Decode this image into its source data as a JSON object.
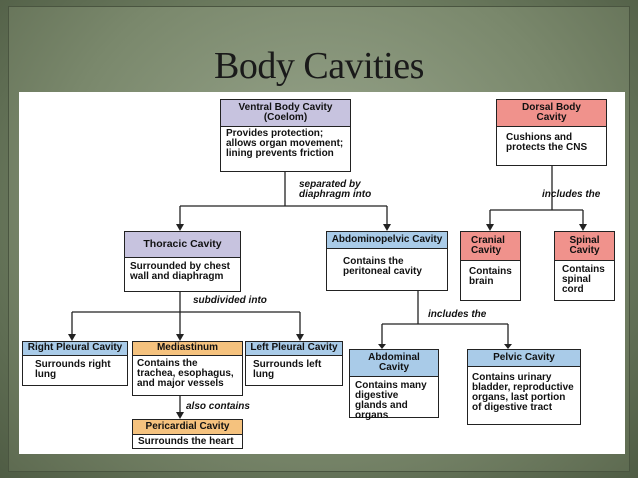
{
  "slide_title": "Body Cavities",
  "nodes": {
    "ventral": {
      "title": "Ventral Body Cavity (Coelom)",
      "text": "Provides protection; allows organ movement; lining prevents friction"
    },
    "dorsal": {
      "title": "Dorsal Body Cavity",
      "text": "Cushions and protects the CNS"
    },
    "thoracic": {
      "title": "Thoracic Cavity",
      "text": "Surrounded by chest wall and diaphragm"
    },
    "abdominopelvic": {
      "title": "Abdominopelvic Cavity",
      "text": "Contains the peritoneal cavity"
    },
    "cranial": {
      "title": "Cranial Cavity",
      "text": "Contains brain"
    },
    "spinal": {
      "title": "Spinal Cavity",
      "text": "Contains spinal cord"
    },
    "right_pleural": {
      "title": "Right Pleural Cavity",
      "text": "Surrounds right lung"
    },
    "mediastinum": {
      "title": "Mediastinum",
      "text": "Contains the trachea, esophagus, and major vessels"
    },
    "left_pleural": {
      "title": "Left Pleural Cavity",
      "text": "Surrounds left lung"
    },
    "abdominal": {
      "title": "Abdominal Cavity",
      "text": "Contains many digestive glands and organs"
    },
    "pelvic": {
      "title": "Pelvic Cavity",
      "text": "Contains urinary bladder, reproductive organs, last portion of digestive tract"
    },
    "pericardial": {
      "title": "Pericardial Cavity",
      "text": "Surrounds the heart"
    }
  },
  "edge_labels": {
    "separated": "separated by diaphragm into",
    "includes_dorsal": "includes the",
    "subdivided": "subdivided into",
    "includes_abdominopelvic": "includes the",
    "also_contains": "also contains"
  },
  "colors": {
    "ventral": "#c7c3df",
    "thoracic": "#c7c3df",
    "abdominopelvic": "#a9cbe8",
    "abdominal": "#a9cbe8",
    "pelvic": "#a9cbe8",
    "dorsal": "#f0928c",
    "cranial": "#f0928c",
    "spinal": "#f0928c",
    "pleural": "#a9cbe8",
    "mediastinum": "#f5c27e",
    "pericardial": "#f5c27e"
  }
}
